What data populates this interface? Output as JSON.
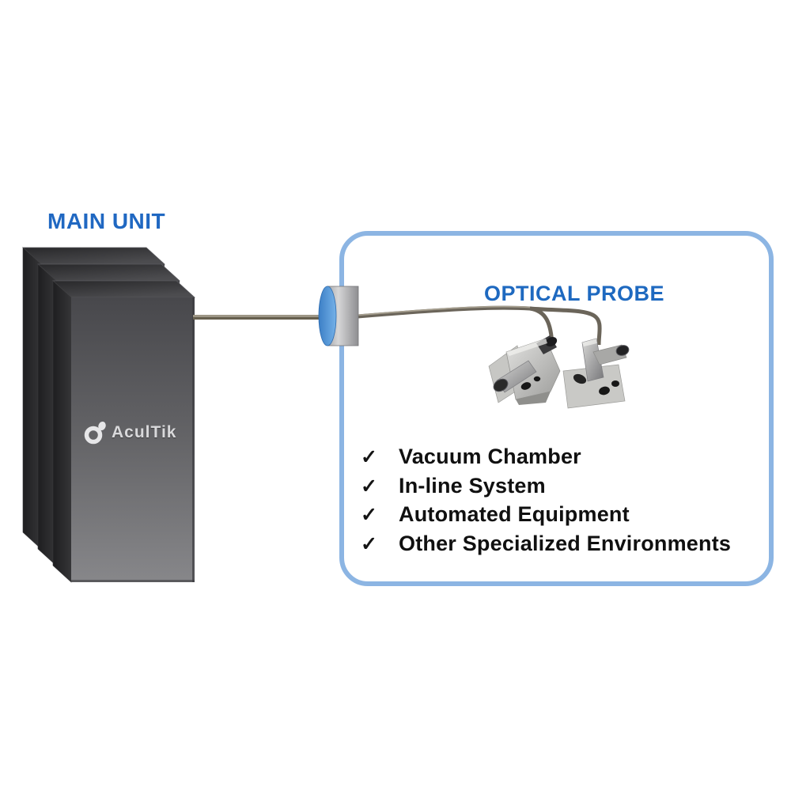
{
  "diagram": {
    "main_unit_label": "MAIN UNIT",
    "optical_probe_label": "OPTICAL PROBE",
    "logo_text": "AculTik"
  },
  "checklist": {
    "bullet": "✓",
    "items": [
      {
        "label": "Vacuum Chamber"
      },
      {
        "label": "In-line System"
      },
      {
        "label": "Automated Equipment"
      },
      {
        "label": "Other Specialized Environments"
      }
    ]
  },
  "colors": {
    "label_blue": "#2068c2",
    "box_border_blue": "#8cb5e3",
    "lens_blue": "#4f93d8",
    "tower_front_gray": "#6b6b6e",
    "cable_gray": "#8a8478",
    "text_black": "#101010",
    "logo_light": "#d9d9db"
  }
}
